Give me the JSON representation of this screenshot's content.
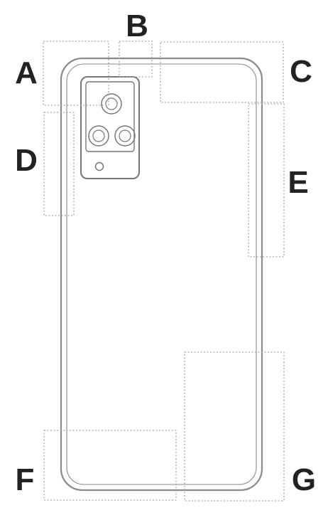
{
  "diagram": {
    "callouts": [
      {
        "id": "A",
        "label": "A"
      },
      {
        "id": "B",
        "label": "B"
      },
      {
        "id": "C",
        "label": "C"
      },
      {
        "id": "D",
        "label": "D"
      },
      {
        "id": "E",
        "label": "E"
      },
      {
        "id": "F",
        "label": "F"
      },
      {
        "id": "G",
        "label": "G"
      }
    ],
    "colors": {
      "outline": "#8a8a8a",
      "callout_box": "#a8a8a8",
      "label": "#222222"
    }
  }
}
